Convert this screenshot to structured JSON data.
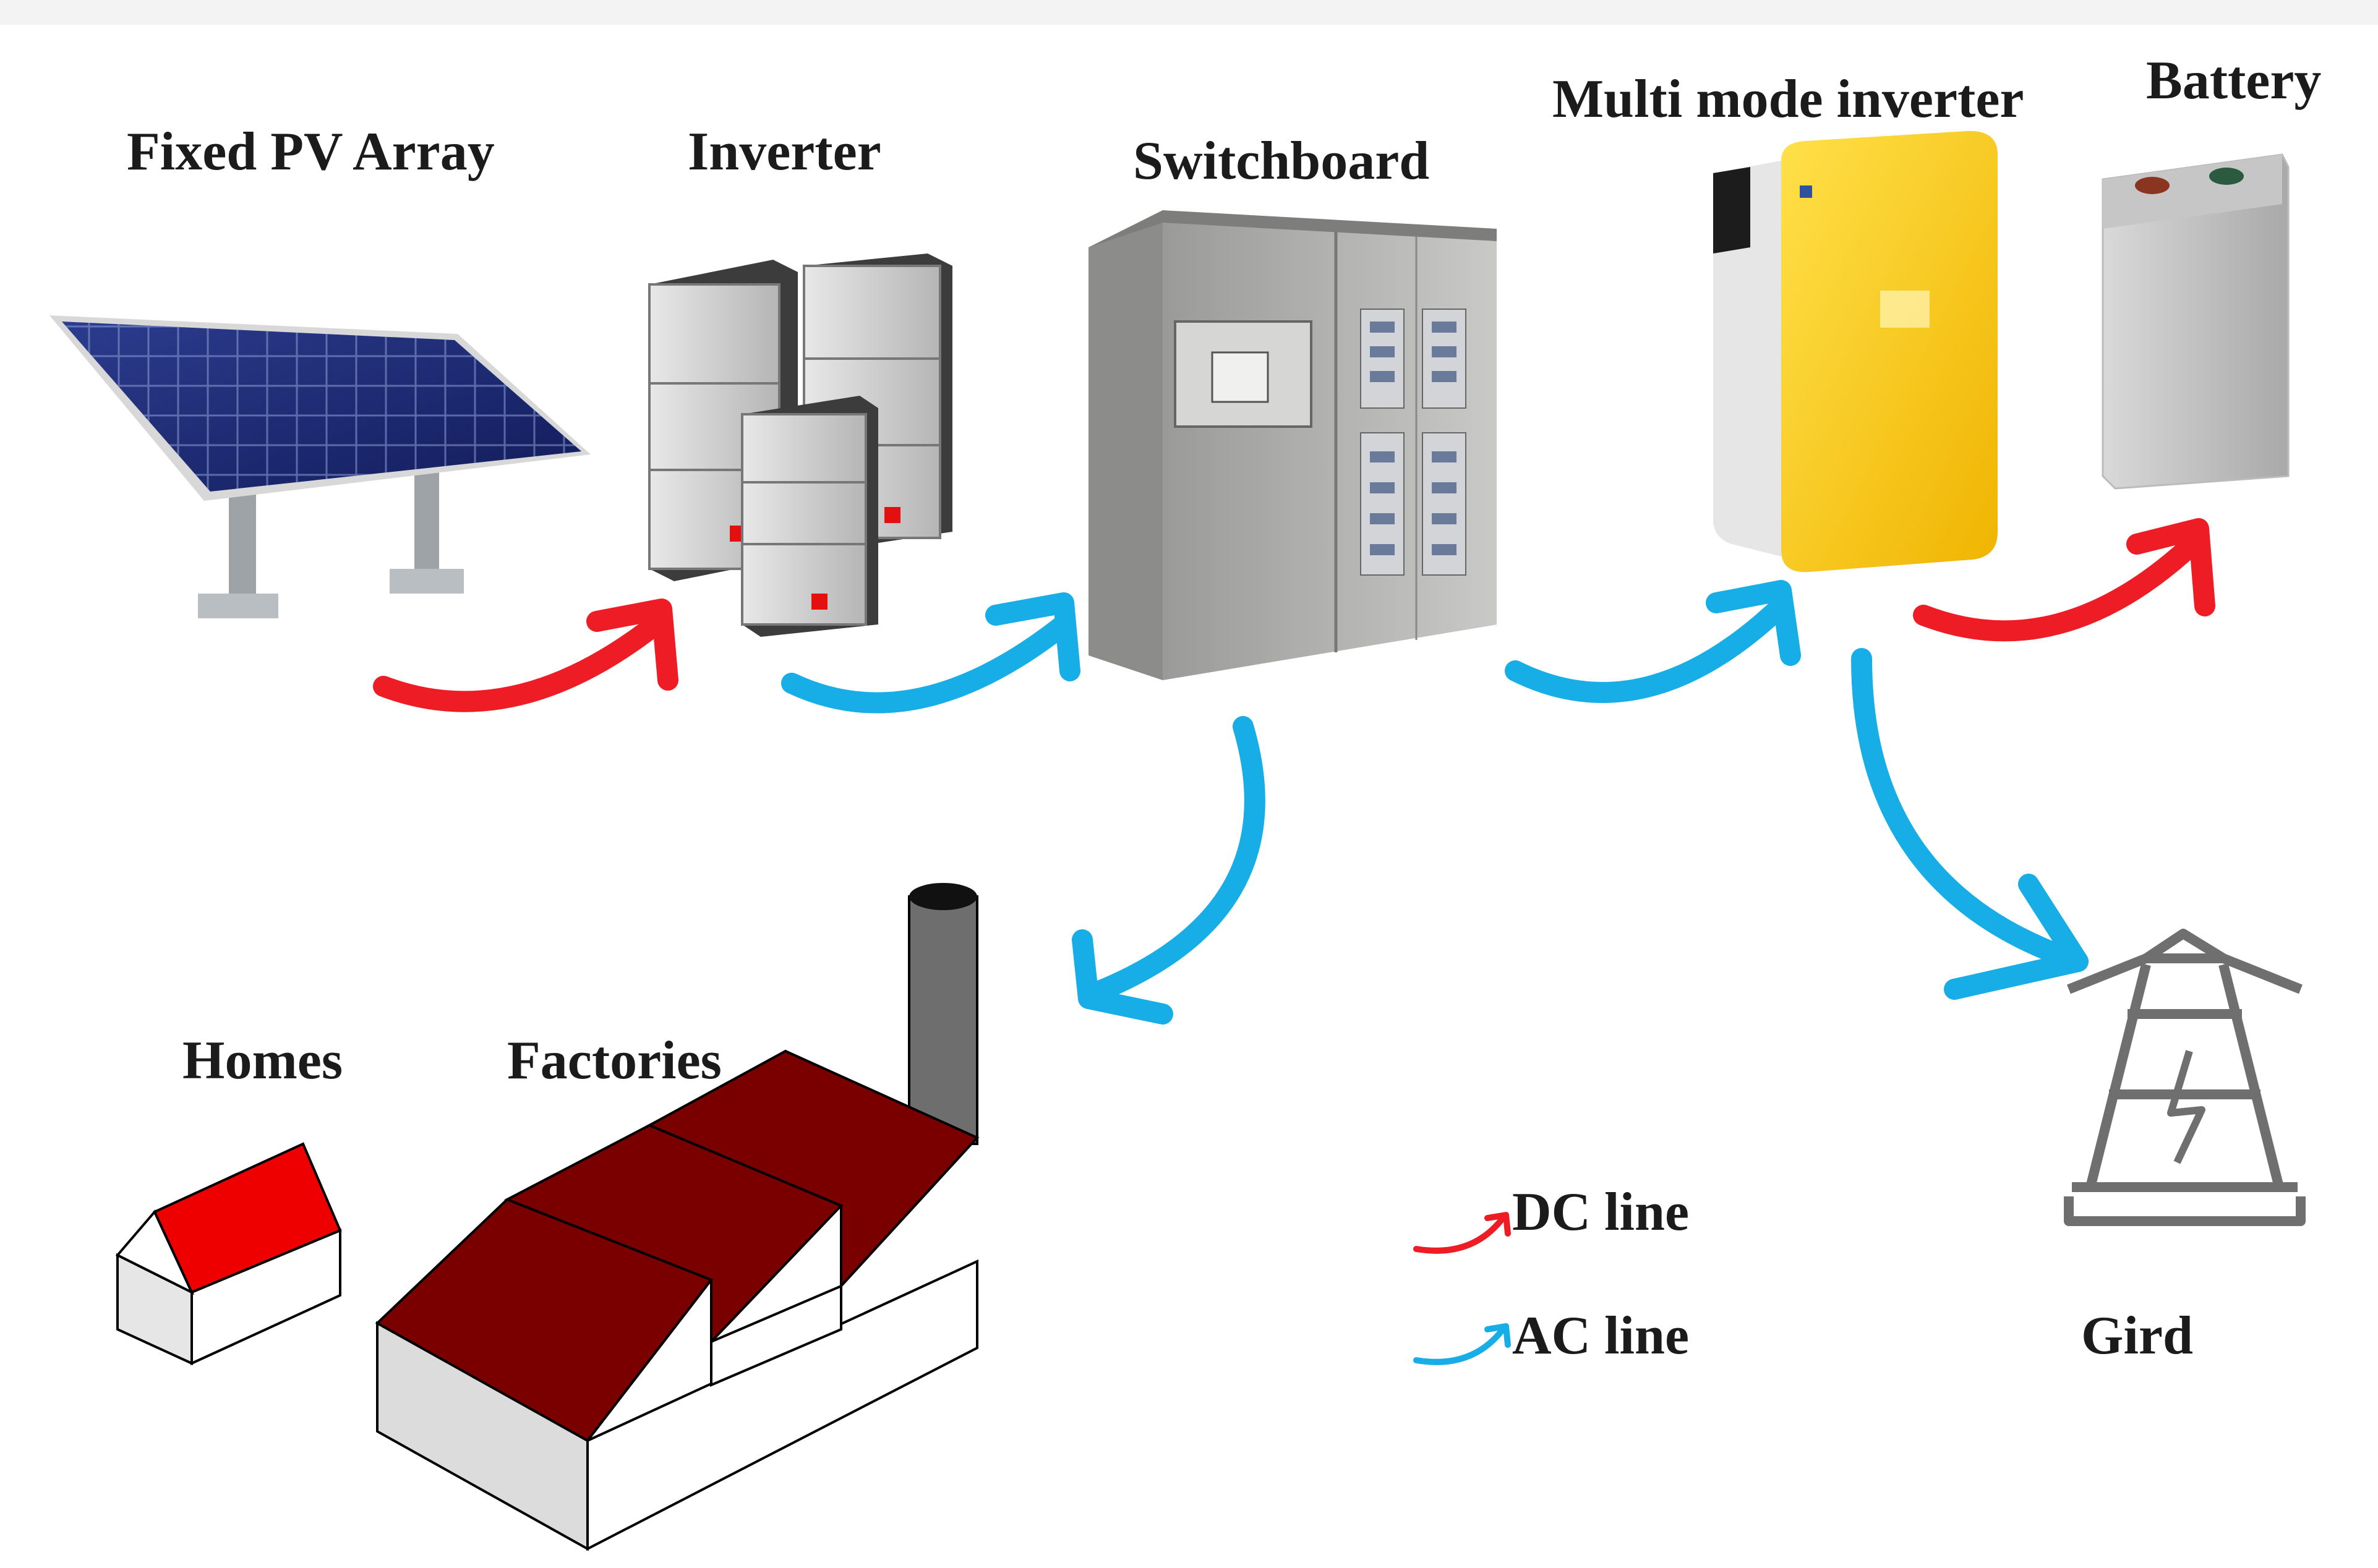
{
  "labels": {
    "pv_array": "Fixed PV Array",
    "inverter": "Inverter",
    "switchboard": "Switchboard",
    "multi_mode_inverter": "Multi mode inverter",
    "battery": "Battery",
    "homes": "Homes",
    "factories": "Factories",
    "grid": "Gird"
  },
  "legend": {
    "dc": "DC line",
    "ac": "AC line"
  },
  "colors": {
    "dc_line": "#ee1c25",
    "ac_line": "#17aee8",
    "factory_roof": "#7a0000",
    "home_roof": "#ee0000",
    "mm_inverter": "#f7c919"
  },
  "icons": [
    "solar-panel-icon",
    "inverter-cabinet-icon",
    "switchboard-icon",
    "multi-mode-inverter-icon",
    "battery-icon",
    "home-icon",
    "factory-icon",
    "transmission-tower-icon"
  ]
}
